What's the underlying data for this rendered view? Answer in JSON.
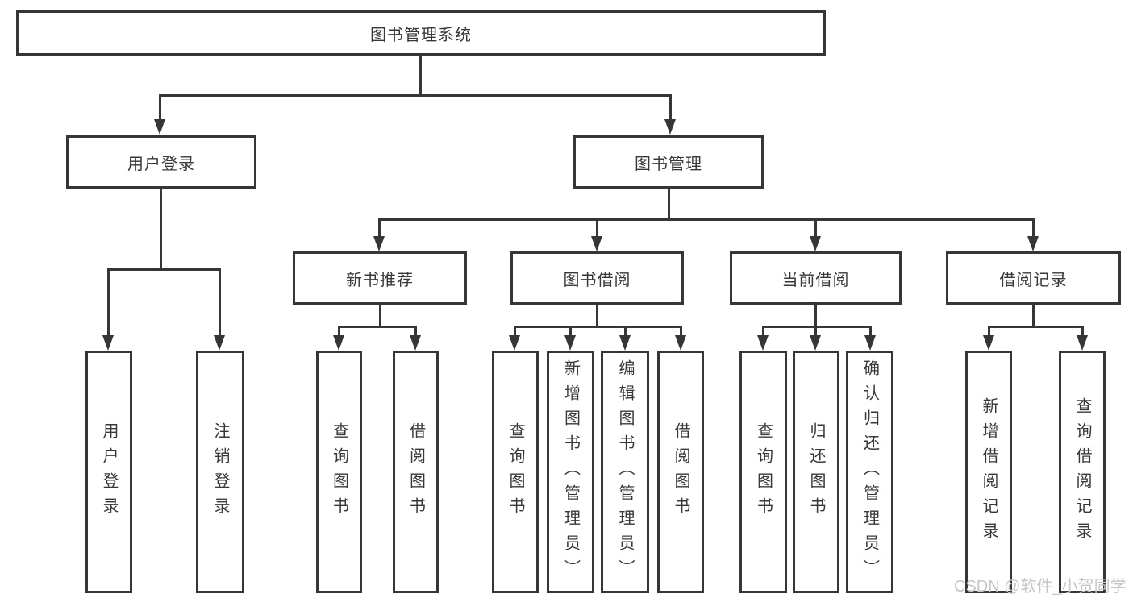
{
  "root": {
    "label": "图书管理系统"
  },
  "level2": [
    {
      "label": "用户登录"
    },
    {
      "label": "图书管理"
    }
  ],
  "level3": [
    {
      "label": "新书推荐"
    },
    {
      "label": "图书借阅"
    },
    {
      "label": "当前借阅"
    },
    {
      "label": "借阅记录"
    }
  ],
  "leaves": [
    {
      "label": "用户登录"
    },
    {
      "label": "注销登录"
    },
    {
      "label": "查询图书"
    },
    {
      "label": "借阅图书"
    },
    {
      "label": "查询图书"
    },
    {
      "label": "新增图书（管理员）"
    },
    {
      "label": "编辑图书（管理员）"
    },
    {
      "label": "借阅图书"
    },
    {
      "label": "查询图书"
    },
    {
      "label": "归还图书"
    },
    {
      "label": "确认归还（管理员）"
    },
    {
      "label": "新增借阅记录"
    },
    {
      "label": "查询借阅记录"
    }
  ],
  "watermark": {
    "text": "CSDN @软件_小贺同学"
  },
  "colors": {
    "line": "#363636",
    "text": "#383838",
    "watermark": "#c6c6c6",
    "background": "#ffffff"
  }
}
